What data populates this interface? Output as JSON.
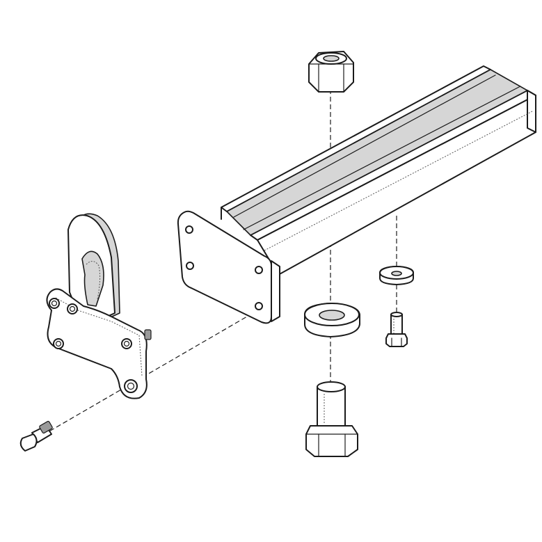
{
  "diagram": {
    "parts": [
      {
        "id": "lock-nut",
        "icon": "hex-nut-icon"
      },
      {
        "id": "channel-arm",
        "icon": "channel-arm-icon"
      },
      {
        "id": "hitch-bracket",
        "icon": "hitch-bracket-icon"
      },
      {
        "id": "flat-washer-large",
        "icon": "washer-icon"
      },
      {
        "id": "flat-washer-small",
        "icon": "washer-icon"
      },
      {
        "id": "hex-bolt-large",
        "icon": "hex-bolt-icon"
      },
      {
        "id": "hex-bolt-small",
        "icon": "hex-bolt-icon"
      },
      {
        "id": "flat-head-screw",
        "icon": "screw-icon"
      }
    ],
    "colors": {
      "line": "#1a1a1a",
      "shade": "#d6d6d6",
      "background": "#ffffff"
    }
  }
}
